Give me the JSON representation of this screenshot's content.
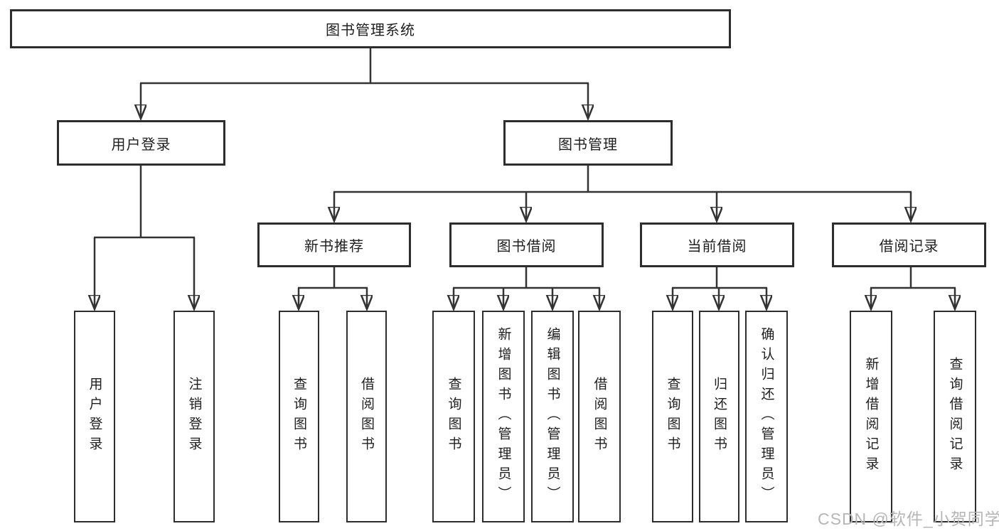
{
  "diagram": {
    "type": "hierarchy-diagram",
    "root": {
      "label": "图书管理系统"
    },
    "level2": [
      {
        "id": "user-login",
        "label": "用户登录"
      },
      {
        "id": "book-management",
        "label": "图书管理"
      }
    ],
    "level3": [
      {
        "id": "new-book-recommend",
        "label": "新书推荐",
        "parent": "图书管理"
      },
      {
        "id": "book-borrow",
        "label": "图书借阅",
        "parent": "图书管理"
      },
      {
        "id": "current-borrow",
        "label": "当前借阅",
        "parent": "图书管理"
      },
      {
        "id": "borrow-records",
        "label": "借阅记录",
        "parent": "图书管理"
      }
    ],
    "leaves": {
      "user_login": [
        {
          "label": "用户登录"
        },
        {
          "label": "注销登录"
        }
      ],
      "new_book": [
        {
          "label": "查询图书"
        },
        {
          "label": "借阅图书"
        }
      ],
      "book_borrow": [
        {
          "label": "查询图书"
        },
        {
          "label": "新增图书（管理员）"
        },
        {
          "label": "编辑图书（管理员）"
        },
        {
          "label": "借阅图书"
        }
      ],
      "current_borrow": [
        {
          "label": "查询图书"
        },
        {
          "label": "归还图书"
        },
        {
          "label": "确认归还（管理员）"
        }
      ],
      "borrow_records": [
        {
          "label": "新增借阅记录"
        },
        {
          "label": "查询借阅记录"
        }
      ]
    },
    "watermark": "CSDN @软件_小贺同学",
    "colors": {
      "line": "#333333",
      "box_border": "#2d2d2d",
      "box_fill": "#ffffff",
      "text": "#1f1f1f",
      "watermark": "#b6b6b6"
    }
  }
}
